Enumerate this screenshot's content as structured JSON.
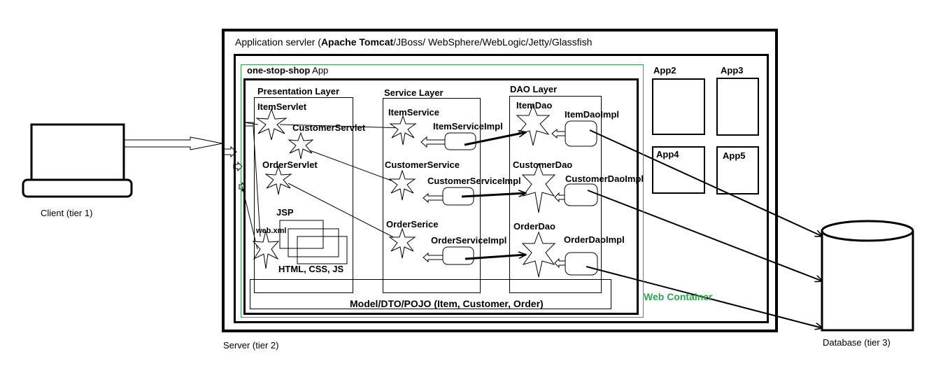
{
  "client": {
    "label": "Client (tier 1)"
  },
  "server": {
    "label": "Server (tier 2)",
    "title_prefix": "Application servler (",
    "title_bold": "Apache Tomcat",
    "title_suffix": "/JBoss/ WebSphere/WebLogic/Jetty/Glassfish"
  },
  "database": {
    "label": "Database (tier 3)"
  },
  "web_container": {
    "label": "Web Container",
    "color": "#2aa84a"
  },
  "app": {
    "name_bold": "one-stop-shop",
    "name_suffix": " App"
  },
  "other_apps": [
    "App2",
    "App3",
    "App4",
    "App5"
  ],
  "presentation": {
    "title": "Presentation Layer",
    "items": [
      "ItemServlet",
      "CustomerServlet",
      "OrderServlet"
    ],
    "jsp": "JSP",
    "webxml": "web.xml",
    "static": "HTML, CSS, JS"
  },
  "service": {
    "title": "Service Layer",
    "items": [
      "ItemService",
      "CustomerService",
      "OrderSerice"
    ],
    "impls": [
      "ItemServiceImpl",
      "CustomerServiceImpl",
      "OrderServiceImpl"
    ]
  },
  "dao": {
    "title": "DAO Layer",
    "items": [
      "ItemDao",
      "CustomerDao",
      "OrderDao"
    ],
    "impls": [
      "ItemDaoImpl",
      "CustomerDaoImpl",
      "OrderDaoImpl"
    ]
  },
  "model": {
    "label": "Model/DTO/POJO (Item, Customer, Order)"
  }
}
